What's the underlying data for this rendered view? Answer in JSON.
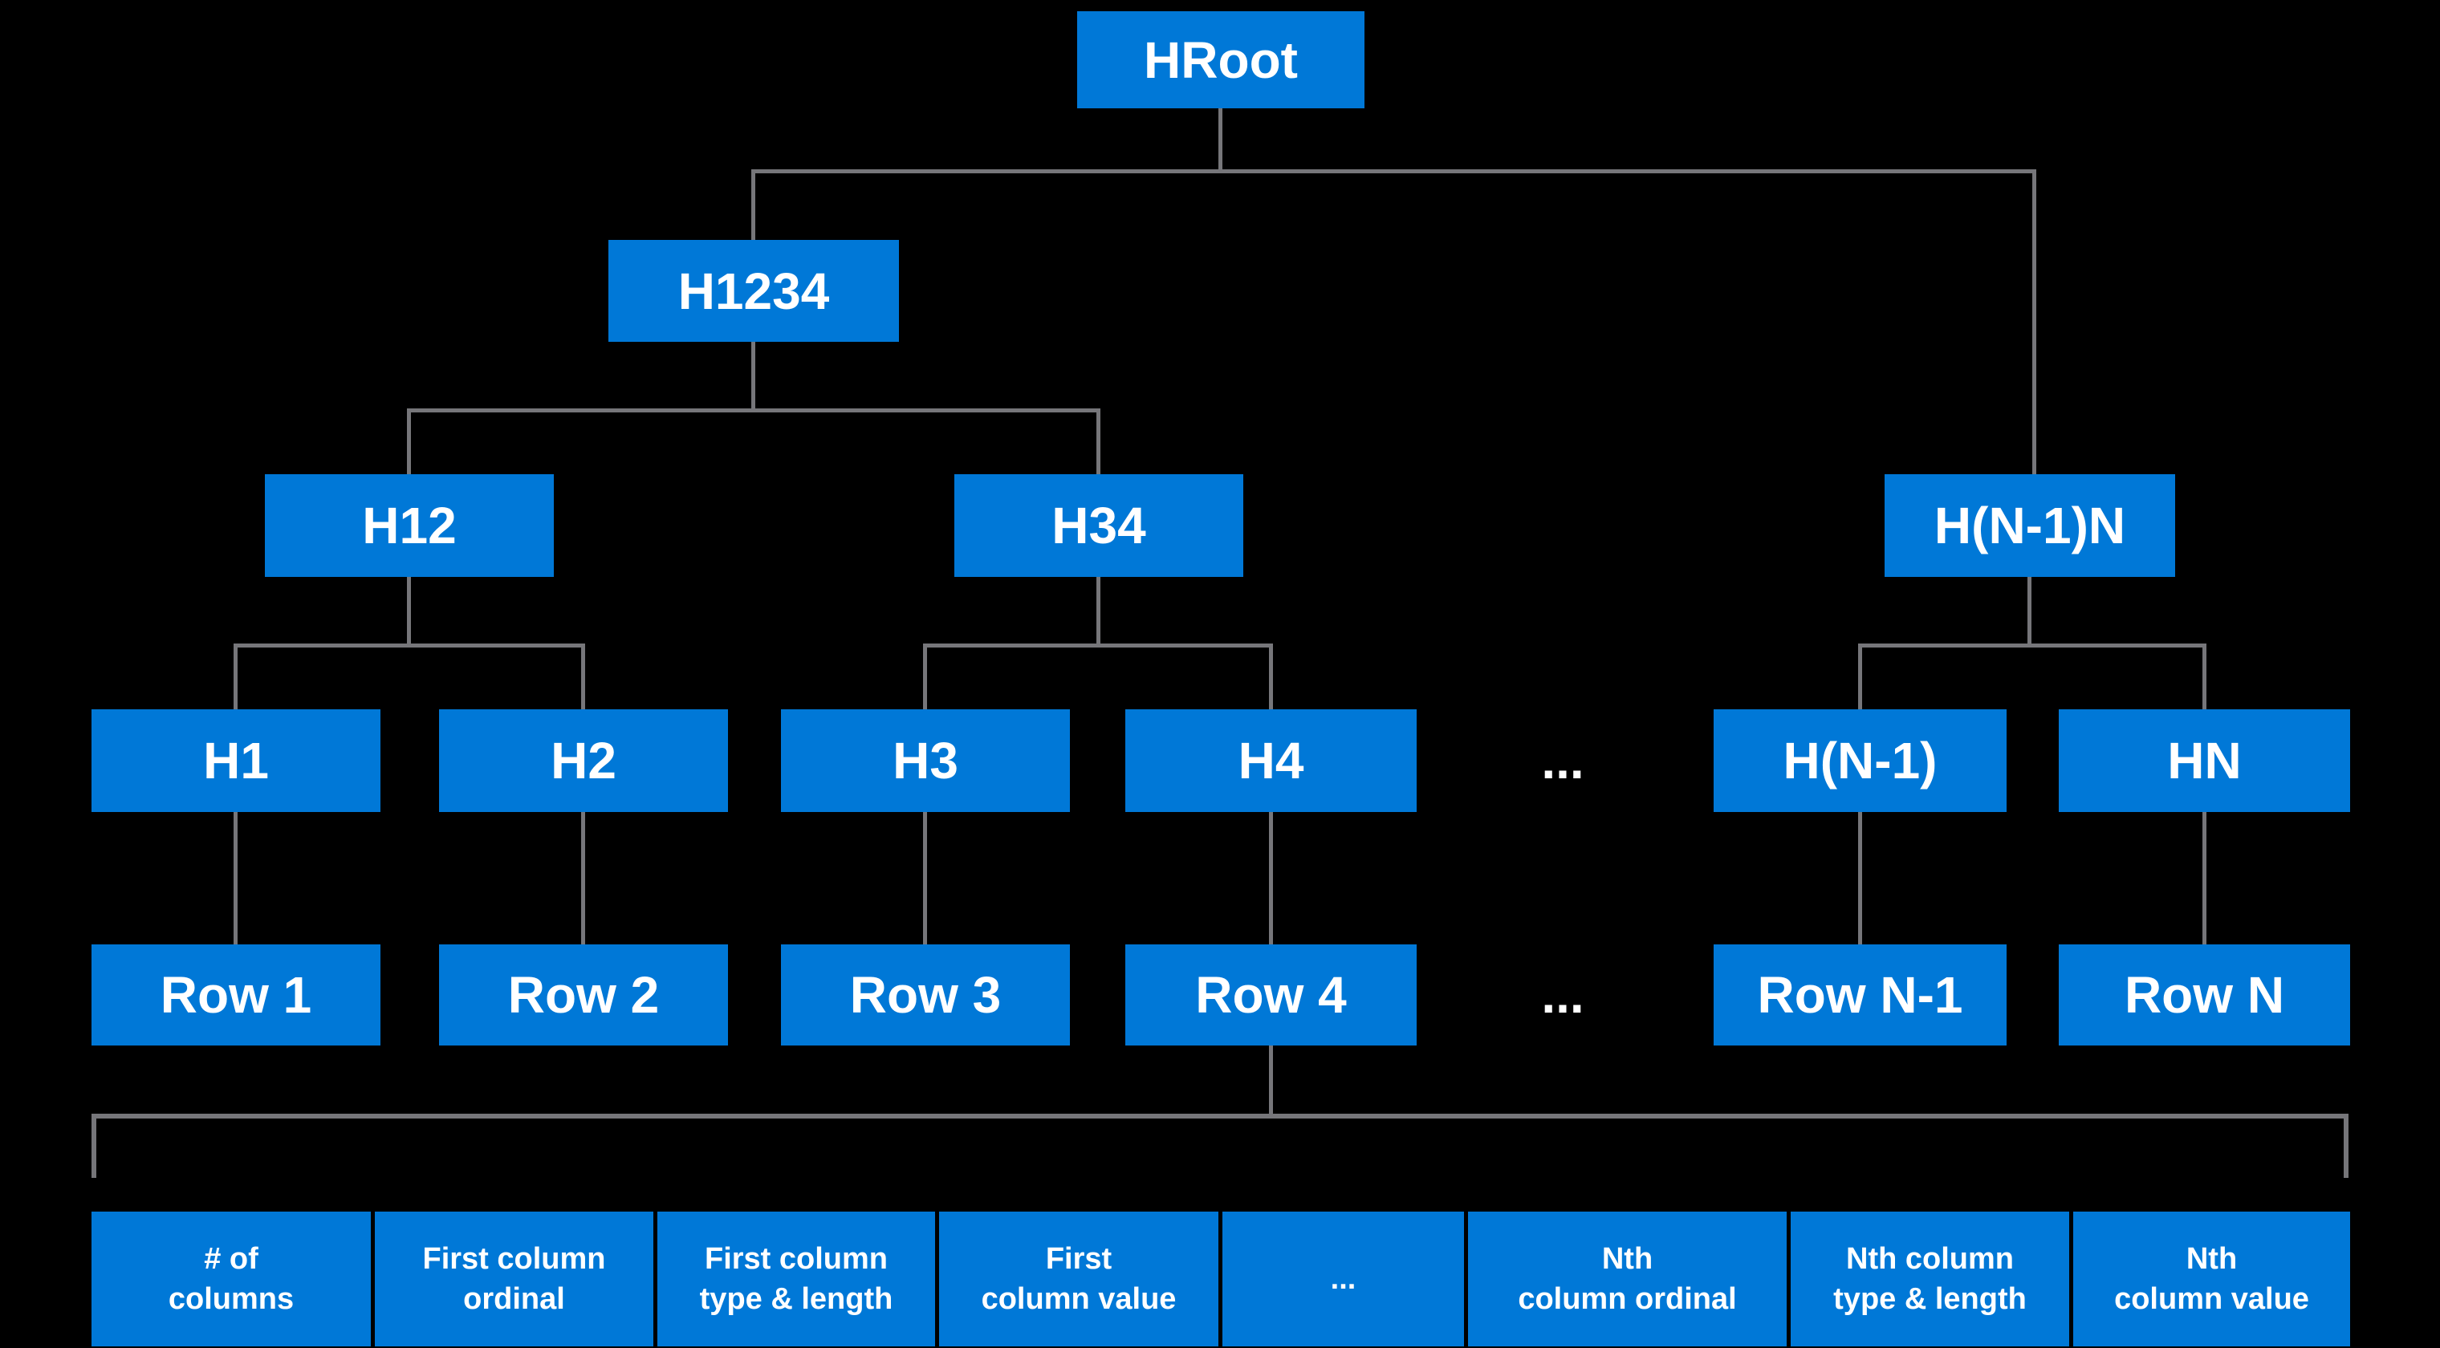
{
  "colors": {
    "node_fill": "#0078D7",
    "node_text": "#FFFFFF",
    "connector": "#76767A",
    "background": "#000000"
  },
  "tree": {
    "root": "HRoot",
    "level1": "H1234",
    "level2": [
      "H12",
      "H34",
      "H(N-1)N"
    ],
    "leaves": [
      "H1",
      "H2",
      "H3",
      "H4",
      "H(N-1)",
      "HN"
    ],
    "rows": [
      "Row 1",
      "Row 2",
      "Row 3",
      "Row 4",
      "Row N-1",
      "Row N"
    ],
    "hash_ellipsis": "...",
    "row_ellipsis": "..."
  },
  "row_fields": [
    {
      "line1": "# of",
      "line2": "columns"
    },
    {
      "line1": "First column",
      "line2": "ordinal"
    },
    {
      "line1": "First column",
      "line2": "type & length"
    },
    {
      "line1": "First",
      "line2": "column value"
    },
    {
      "line1": "...",
      "line2": ""
    },
    {
      "line1": "Nth",
      "line2": "column ordinal"
    },
    {
      "line1": "Nth column",
      "line2": "type & length"
    },
    {
      "line1": "Nth",
      "line2": "column value"
    }
  ]
}
